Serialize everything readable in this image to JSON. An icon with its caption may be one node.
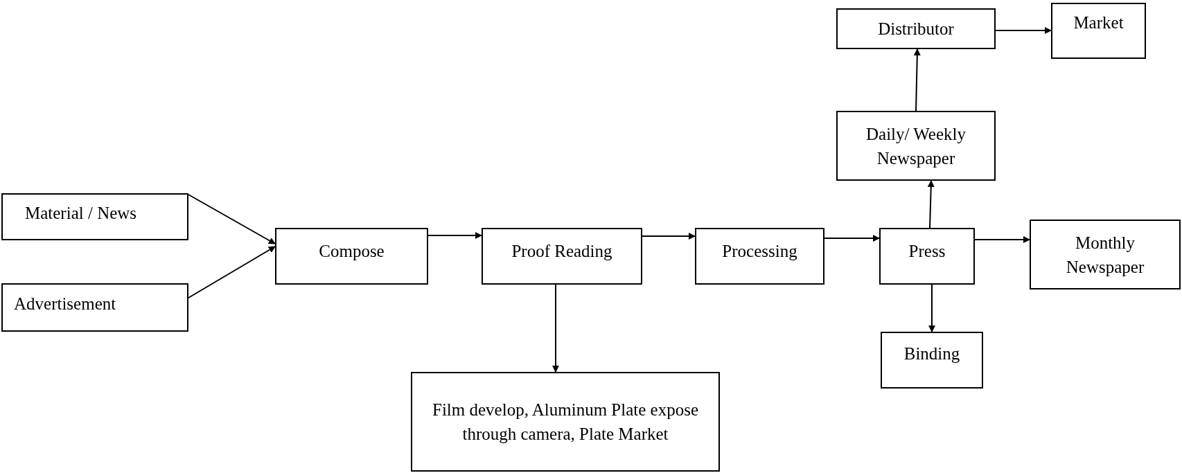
{
  "diagram": {
    "nodes": [
      {
        "text": [
          "Material / News"
        ]
      },
      {
        "text": [
          "Advertisement"
        ]
      },
      {
        "text": [
          "Compose"
        ]
      },
      {
        "text": [
          "Proof Reading"
        ]
      },
      {
        "text": [
          "Processing"
        ]
      },
      {
        "text": [
          "Press"
        ]
      },
      {
        "text": [
          "Monthly Newspaper"
        ]
      },
      {
        "text": [
          "Binding"
        ]
      },
      {
        "text": [
          "Film develop, Aluminum Plate expose through camera, Plate Market"
        ]
      },
      {
        "text": [
          "Daily/ Weekly Newspaper"
        ]
      },
      {
        "text": [
          "Distributor"
        ]
      },
      {
        "text": [
          "Market"
        ]
      }
    ],
    "edges": [
      {
        "from": 0,
        "to": 2,
        "arrow": "to"
      },
      {
        "from": 1,
        "to": 2,
        "arrow": "to"
      },
      {
        "from": 2,
        "to": 3,
        "arrow": "to"
      },
      {
        "from": 3,
        "to": 4,
        "arrow": "to"
      },
      {
        "from": 4,
        "to": 5,
        "arrow": "to"
      },
      {
        "from": 5,
        "to": 6,
        "arrow": "to"
      },
      {
        "from": 5,
        "to": 7,
        "arrow": "to"
      },
      {
        "from": 3,
        "to": 8,
        "arrow": "to"
      },
      {
        "from": 5,
        "to": 9,
        "arrow": "to"
      },
      {
        "from": 9,
        "to": 10,
        "arrow": "to"
      },
      {
        "from": 10,
        "to": 11,
        "arrow": "to"
      }
    ]
  }
}
